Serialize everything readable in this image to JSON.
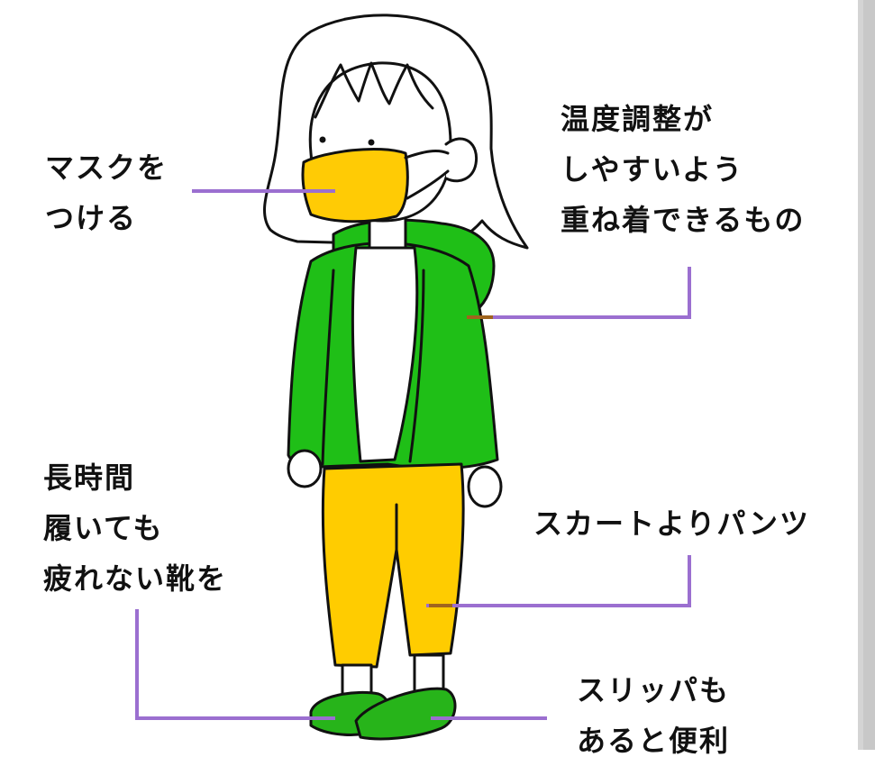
{
  "labels": {
    "mask": [
      "マスクを",
      "つける"
    ],
    "layers": [
      "温度調整が",
      "しやすいよう",
      "重ね着できるもの"
    ],
    "shoes": [
      "長時間",
      "履いても",
      "疲れない靴を"
    ],
    "pants": [
      "スカートよりパンツ"
    ],
    "slippers": [
      "スリッパも",
      "あると便利"
    ]
  },
  "colors": {
    "leader": "#9b6fd0",
    "jacket": "#1fbf17",
    "mask": "#ffcb05",
    "pants": "#ffcc00",
    "shoes": "#27b41a",
    "outline": "#111111",
    "scrollbar": "#d4d4d4"
  }
}
